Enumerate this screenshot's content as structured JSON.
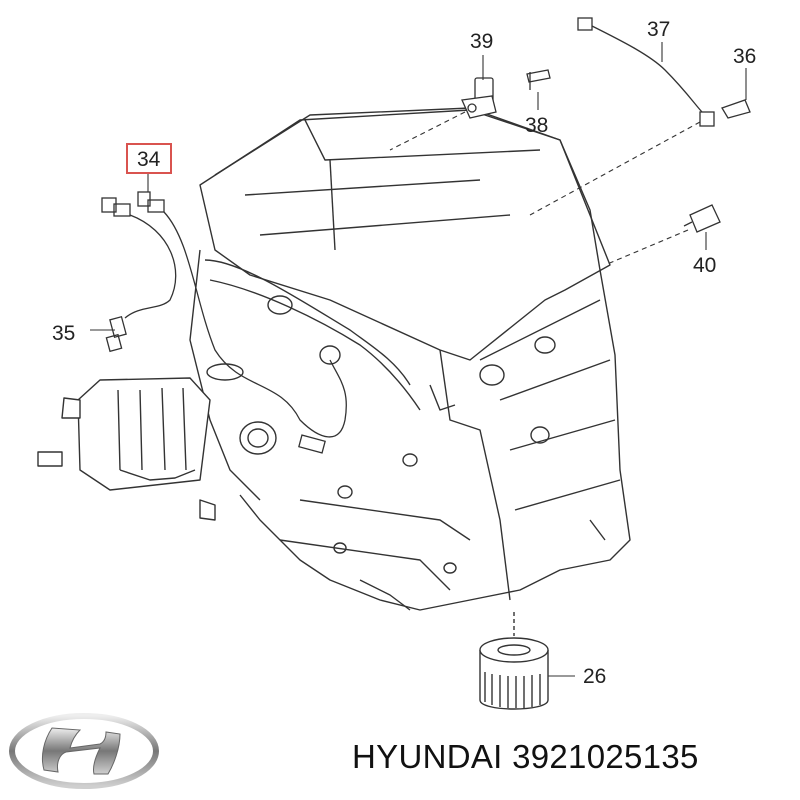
{
  "diagram": {
    "callouts": [
      {
        "id": "34",
        "label": "34",
        "highlighted": true
      },
      {
        "id": "35",
        "label": "35"
      },
      {
        "id": "39",
        "label": "39"
      },
      {
        "id": "38",
        "label": "38"
      },
      {
        "id": "37",
        "label": "37"
      },
      {
        "id": "36",
        "label": "36"
      },
      {
        "id": "40",
        "label": "40"
      },
      {
        "id": "26",
        "label": "26"
      }
    ],
    "highlight_color": "#d9534f",
    "line_color": "#333333"
  },
  "footer": {
    "brand": "HYUNDAI",
    "part_number": "3921025135"
  },
  "logo": {
    "icon": "hyundai-logo-icon"
  }
}
